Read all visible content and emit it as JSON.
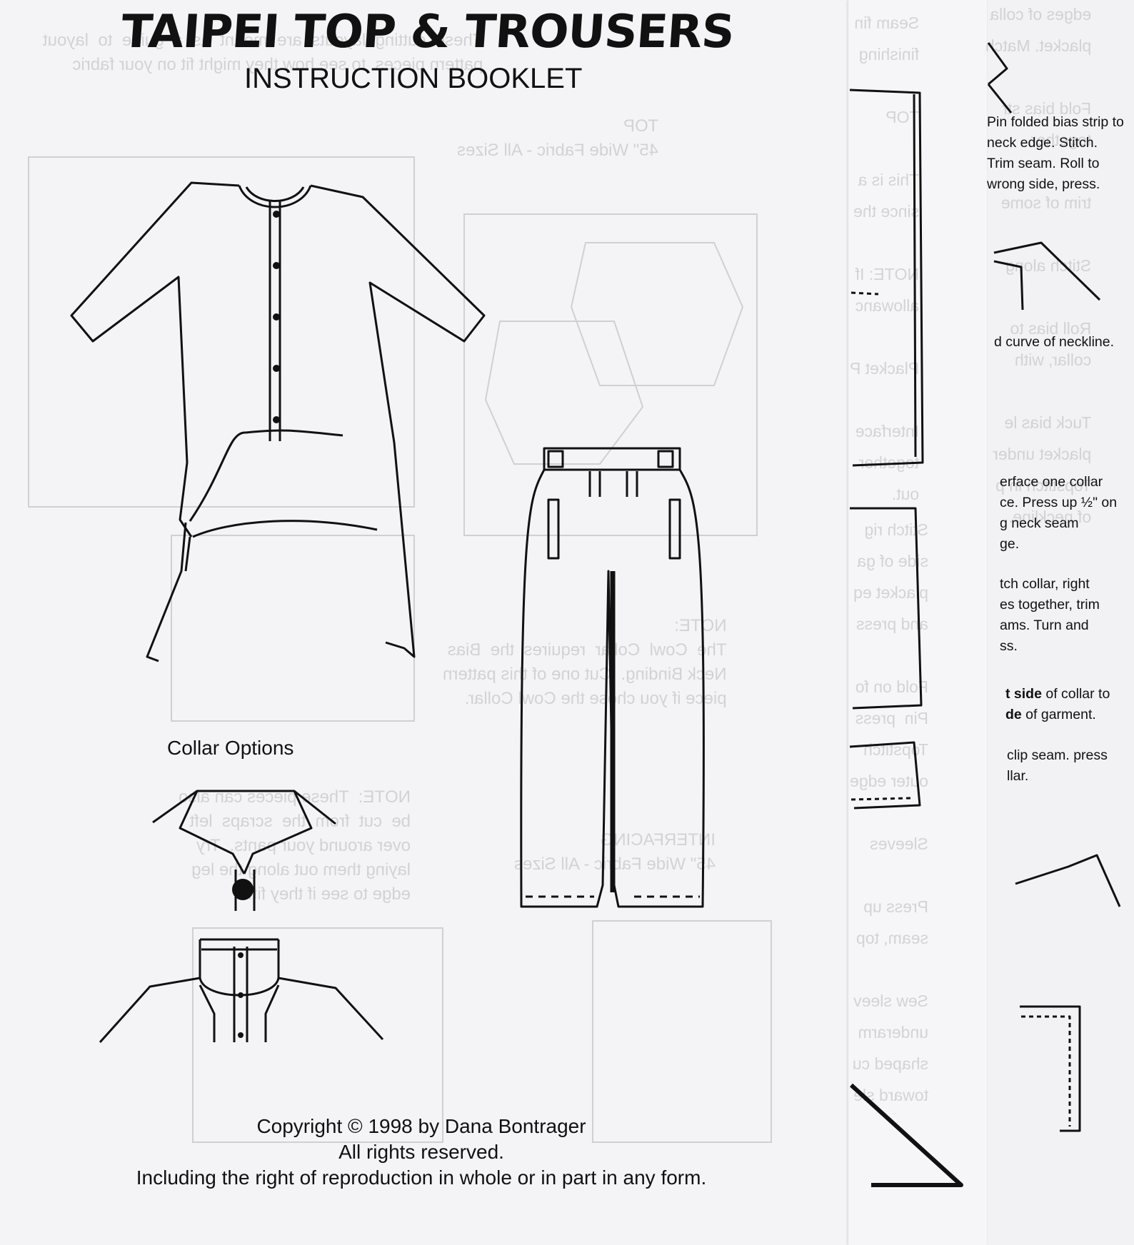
{
  "booklet": {
    "title": "TAIPEI TOP & TROUSERS",
    "subtitle": "INSTRUCTION BOOKLET",
    "collar_options_label": "Collar Options",
    "copyright": {
      "line1": "Copyright © 1998 by Dana Bontrager",
      "line2": "All rights reserved.",
      "line3": "Including the right of reproduction in whole or in part in any form."
    }
  },
  "instruction_strip": {
    "step1": [
      "Pin folded bias strip to",
      "neck  edge.  Stitch.",
      "Trim  seam.  Roll  to",
      "wrong side, press."
    ],
    "step2": [
      "d curve of neckline."
    ],
    "step3": [
      "erface  one  collar",
      "ce. Press up ½\" on",
      "g    neck    seam",
      "ge."
    ],
    "step4": [
      "tch   collar,   right",
      "es  together,  trim",
      "ams.   Turn   and",
      "ss."
    ],
    "step5_bold1": "t side",
    "step5_rest1": " of collar to",
    "step5_bold2": "de",
    "step5_rest2": " of garment.",
    "step6": [
      "clip seam. press",
      "llar."
    ]
  },
  "illustrations": {
    "top": "raglan-top-drawing",
    "trousers": "trousers-drawing",
    "collars": [
      "point-collar-drawing",
      "band-collar-drawing"
    ]
  }
}
